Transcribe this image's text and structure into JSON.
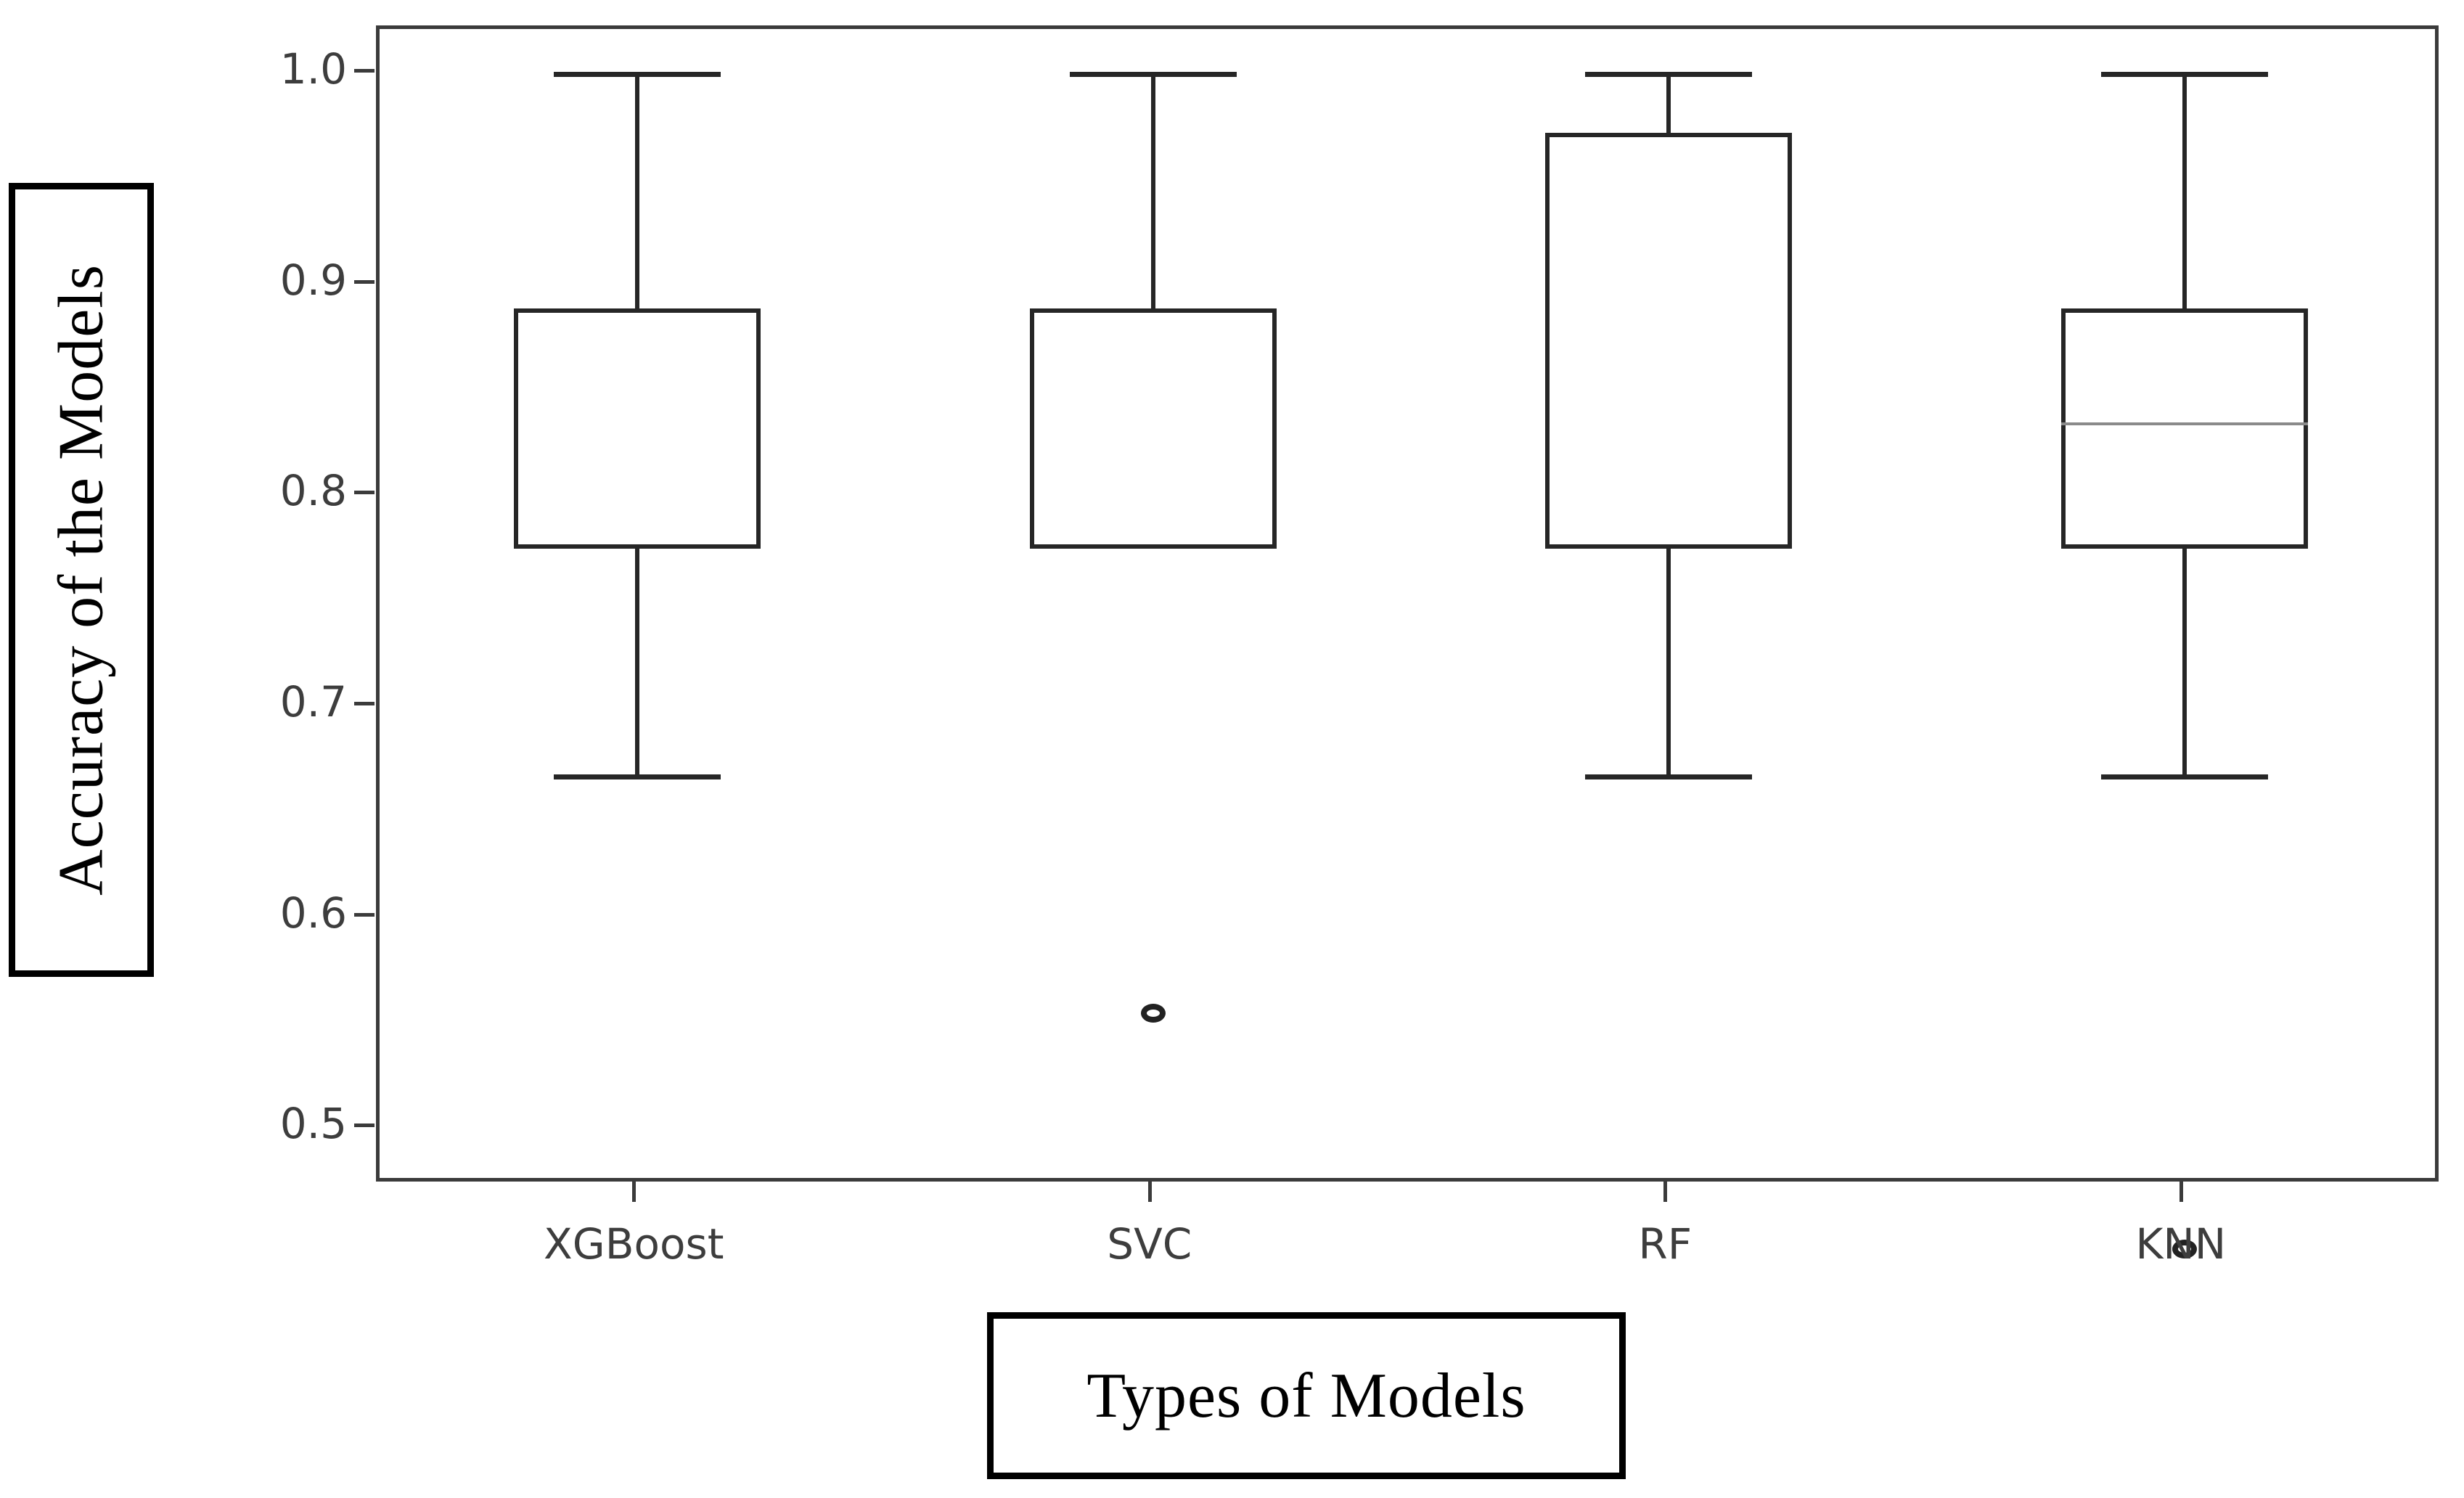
{
  "chart_data": {
    "type": "box",
    "title": "",
    "xlabel": "Types of Models",
    "ylabel": "Accuracy of the Models",
    "categories": [
      "XGBoost",
      "SVC",
      "RF",
      "KNN"
    ],
    "ylim": [
      0.4733,
      1.0213
    ],
    "yticks": [
      1.0,
      0.9,
      0.8,
      0.7,
      0.6,
      0.5
    ],
    "ytick_labels": [
      "1.0",
      "0.9",
      "0.8",
      "0.7",
      "0.6",
      "0.5"
    ],
    "grid": false,
    "legend": null,
    "boxes": [
      {
        "name": "XGBoost",
        "whisker_low": 0.667,
        "q1": 0.775,
        "median": null,
        "q3": 0.889,
        "whisker_high": 1.0,
        "outliers": []
      },
      {
        "name": "SVC",
        "whisker_low": 0.775,
        "q1": 0.775,
        "median": null,
        "q3": 0.889,
        "whisker_high": 1.0,
        "outliers": [
          0.555
        ]
      },
      {
        "name": "RF",
        "whisker_low": 0.667,
        "q1": 0.775,
        "median": null,
        "q3": 0.972,
        "whisker_high": 1.0,
        "outliers": []
      },
      {
        "name": "KNN",
        "whisker_low": 0.667,
        "q1": 0.775,
        "median": 0.835,
        "q3": 0.889,
        "whisker_high": 1.0,
        "outliers": [
          0.443
        ]
      }
    ],
    "colors": {
      "box_edge": "#262626",
      "median": "#8a8a8a",
      "whisker": "#262626",
      "outlier": "#222222",
      "axis": "#3b3b3b",
      "tick_text": "#3d3d3d",
      "label_box_border": "#000000",
      "background": "#ffffff"
    }
  },
  "axis_titles": {
    "y": "Accuracy of the Models",
    "x": "Types of Models"
  }
}
